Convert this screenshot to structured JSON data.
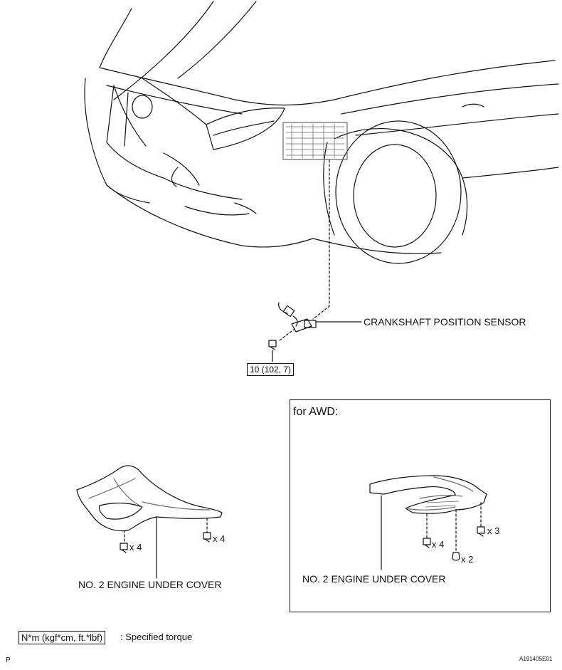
{
  "labels": {
    "crankshaft_sensor": "CRANKSHAFT POSITION SENSOR",
    "torque_value": "10 (102, 7)",
    "awd_heading": "for AWD:",
    "left_cover": "NO. 2 ENGINE UNDER COVER",
    "right_cover": "NO. 2 ENGINE UNDER COVER",
    "left_qty_a": "x 4",
    "left_qty_b": "x 4",
    "right_qty_a": "x 3",
    "right_qty_b": "x 4",
    "right_qty_c": "x 2",
    "legend_box": "N*m (kgf*cm, ft.*lbf)",
    "legend_text": ": Specified torque",
    "corner_letter": "P",
    "figure_code": "A191405E01"
  },
  "colors": {
    "line": "#111111",
    "shade": "#6b6b6b",
    "background": "#ffffff"
  }
}
